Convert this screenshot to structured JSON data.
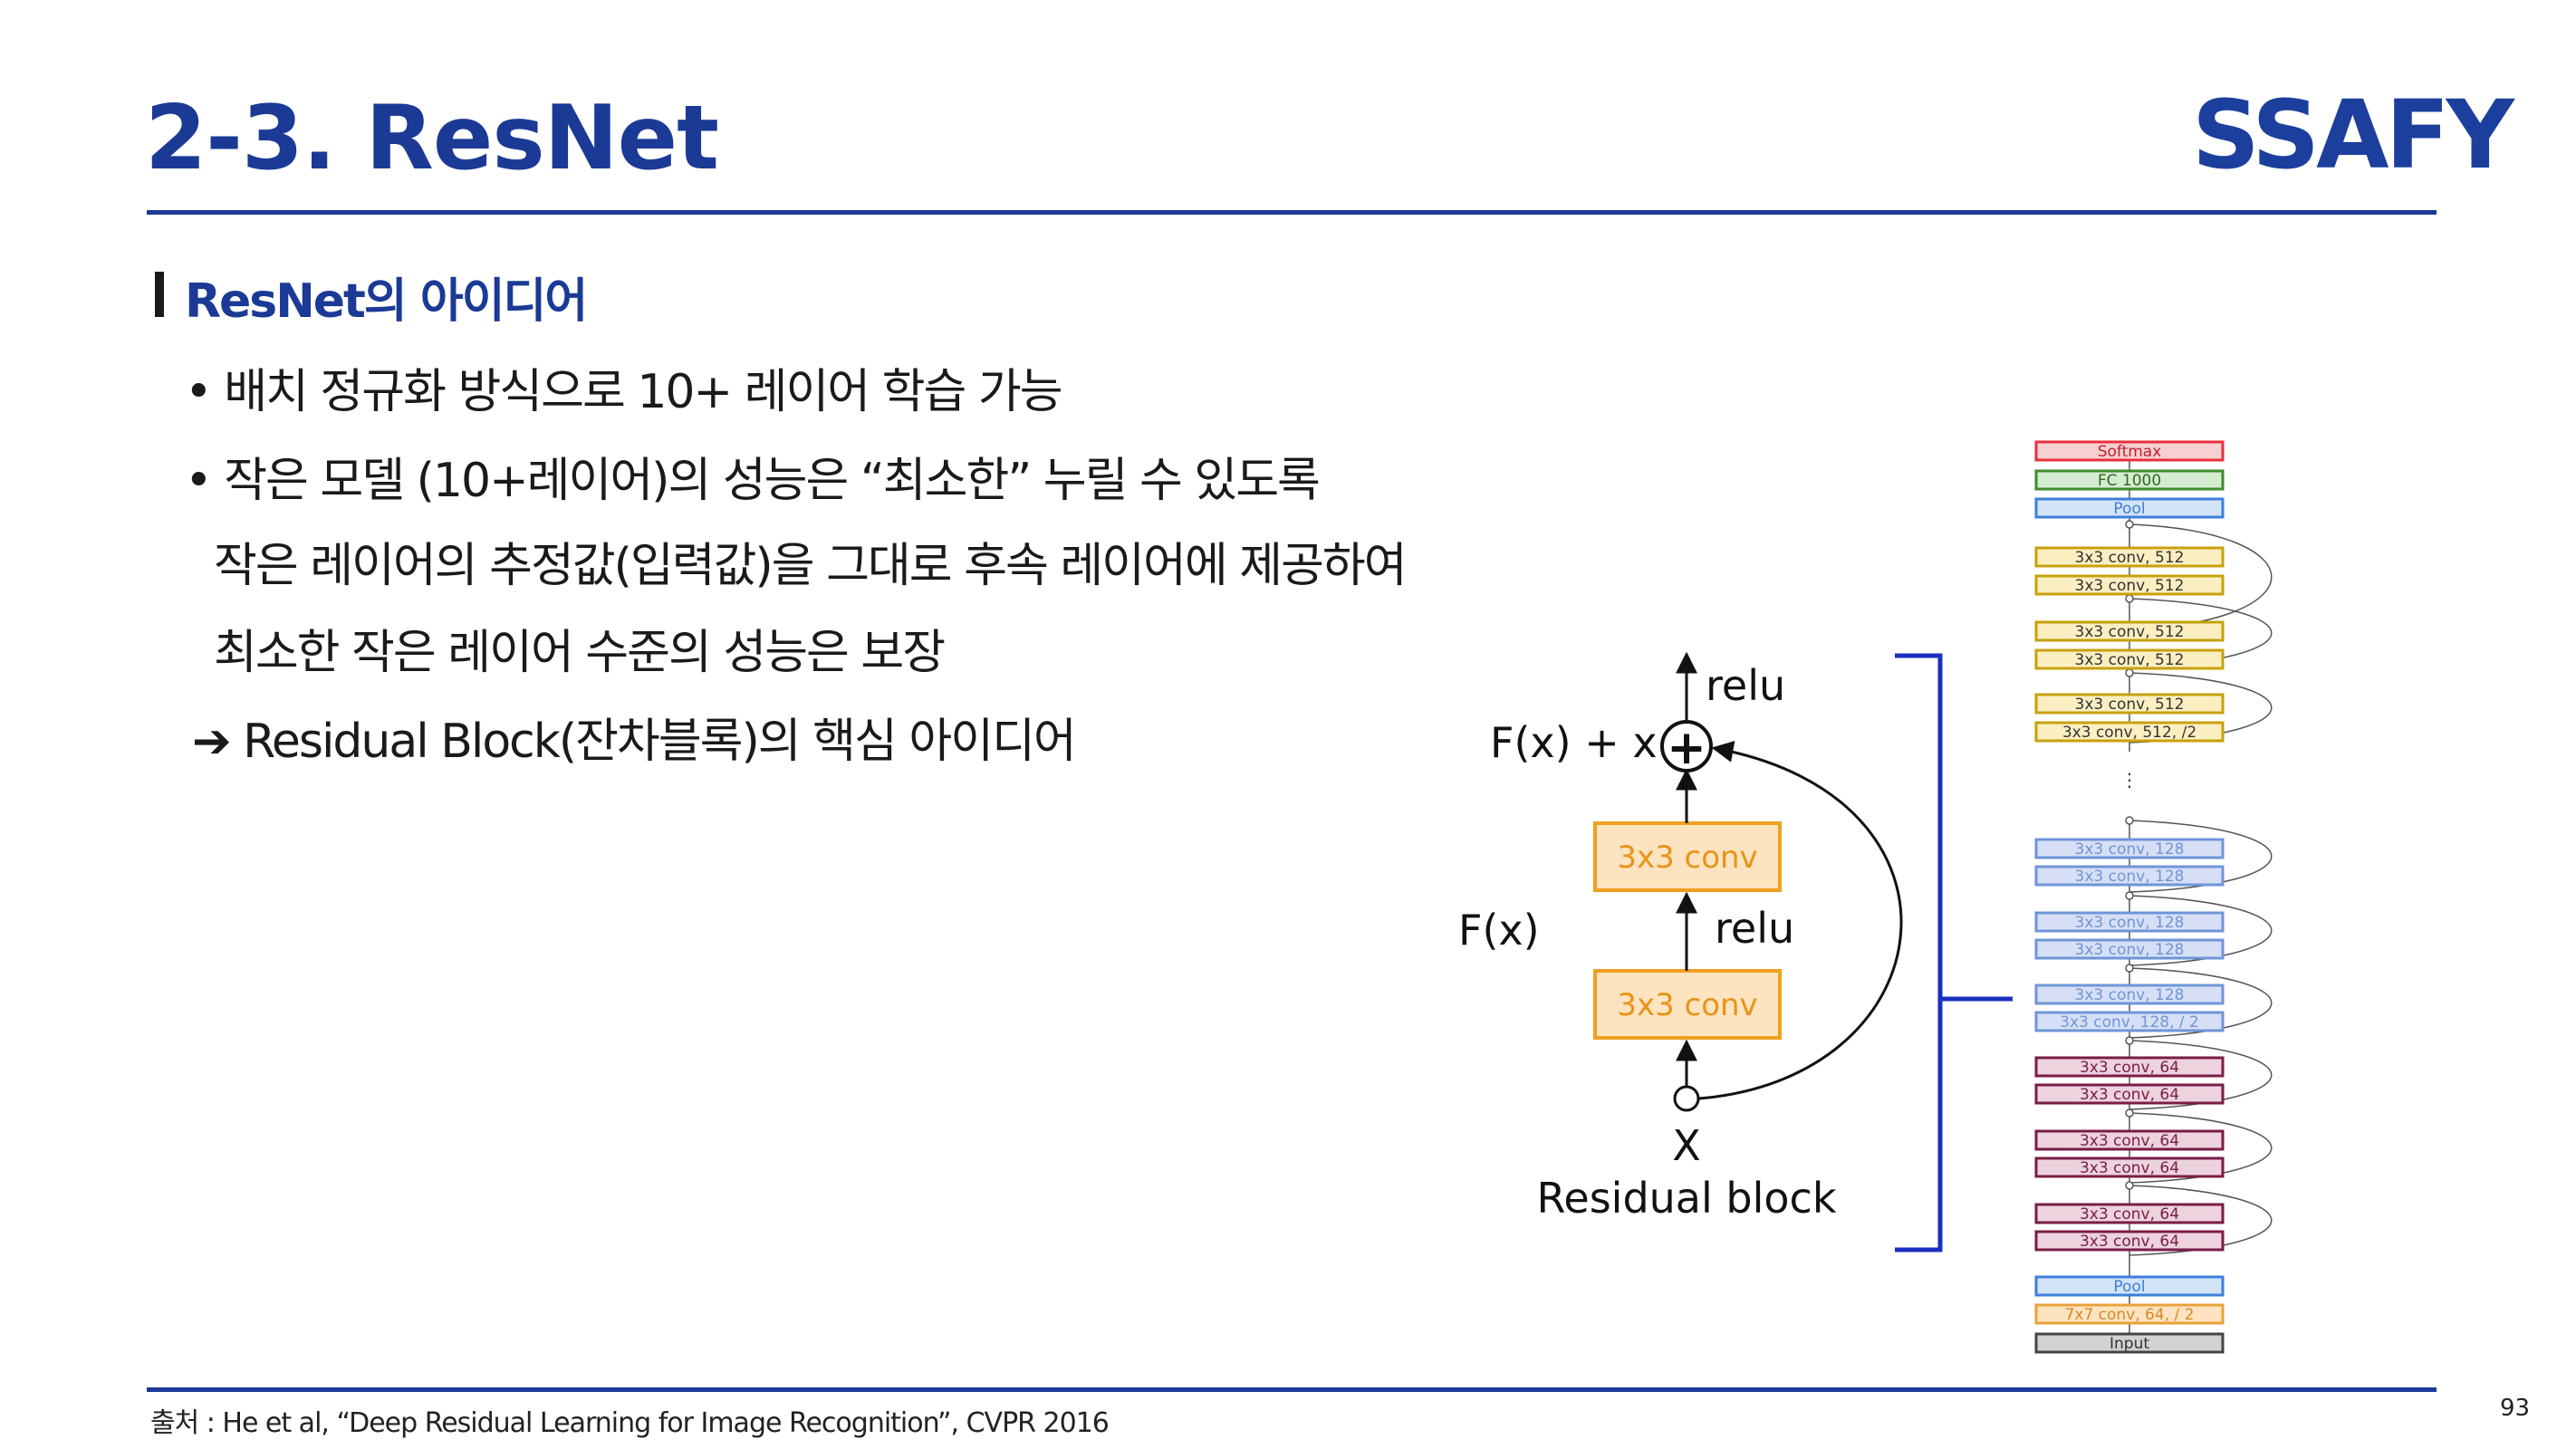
{
  "slide": {
    "title": "2-3. ResNet",
    "logo": "SSAFY",
    "section_title": "ResNet의 아이디어",
    "bullets": [
      "• 배치 정규화 방식으로 10+ 레이어 학습 가능",
      "• 작은 모델 (10+레이어)의 성능은 “최소한” 누릴 수 있도록",
      "작은 레이어의 추정값(입력값)을 그대로 후속 레이어에 제공하여",
      "최소한 작은 레이어 수준의 성능은 보장",
      "➔ Residual Block(잔차블록)의 핵심 아이디어"
    ],
    "footnote": "출처 : He et al, “Deep Residual Learning for Image Recognition”, CVPR 2016",
    "page_number": "93"
  },
  "residual_block": {
    "caption": "Residual block",
    "input_label": "X",
    "output_label": "F(x) + x",
    "fx_label": "F(x)",
    "relu_top": "relu",
    "relu_mid": "relu",
    "conv_top": "3x3 conv",
    "conv_bottom": "3x3 conv",
    "plus_symbol": "+"
  },
  "network": {
    "layers": [
      {
        "label": "Softmax",
        "color": "#e8303a",
        "fill": "#f7d0d2",
        "text_color": "#c0202a"
      },
      {
        "label": "FC 1000",
        "color": "#3e8a2e",
        "fill": "#d6ecd0",
        "text_color": "#2e6a22"
      },
      {
        "label": "Pool",
        "color": "#3d7fd9",
        "fill": "#d3e3f8",
        "text_color": "#3d7fd9"
      },
      {
        "label": "3x3 conv, 512",
        "color": "#c7a10d",
        "fill": "#fbefc2",
        "text_color": "#333333"
      },
      {
        "label": "3x3 conv, 512",
        "color": "#c7a10d",
        "fill": "#fbefc2",
        "text_color": "#333333"
      },
      {
        "label": "3x3 conv, 512",
        "color": "#c7a10d",
        "fill": "#fbefc2",
        "text_color": "#333333"
      },
      {
        "label": "3x3 conv, 512",
        "color": "#c7a10d",
        "fill": "#fbefc2",
        "text_color": "#333333"
      },
      {
        "label": "3x3 conv, 512",
        "color": "#c7a10d",
        "fill": "#fbefc2",
        "text_color": "#333333"
      },
      {
        "label": "3x3 conv, 512, /2",
        "color": "#c7a10d",
        "fill": "#fbefc2",
        "text_color": "#333333"
      },
      {
        "label": "3x3 conv, 128",
        "color": "#6f95d8",
        "fill": "#d6dff5",
        "text_color": "#6f95d8"
      },
      {
        "label": "3x3 conv, 128",
        "color": "#6f95d8",
        "fill": "#d6dff5",
        "text_color": "#6f95d8"
      },
      {
        "label": "3x3 conv, 128",
        "color": "#6f95d8",
        "fill": "#d6dff5",
        "text_color": "#6f95d8"
      },
      {
        "label": "3x3 conv, 128",
        "color": "#6f95d8",
        "fill": "#d6dff5",
        "text_color": "#6f95d8"
      },
      {
        "label": "3x3 conv, 128",
        "color": "#6f95d8",
        "fill": "#d6dff5",
        "text_color": "#6f95d8"
      },
      {
        "label": "3x3 conv, 128, / 2",
        "color": "#6f95d8",
        "fill": "#d6dff5",
        "text_color": "#6f95d8"
      },
      {
        "label": "3x3 conv, 64",
        "color": "#7a1d46",
        "fill": "#ecd3de",
        "text_color": "#7a1d46"
      },
      {
        "label": "3x3 conv, 64",
        "color": "#7a1d46",
        "fill": "#ecd3de",
        "text_color": "#7a1d46"
      },
      {
        "label": "3x3 conv, 64",
        "color": "#7a1d46",
        "fill": "#ecd3de",
        "text_color": "#7a1d46"
      },
      {
        "label": "3x3 conv, 64",
        "color": "#7a1d46",
        "fill": "#ecd3de",
        "text_color": "#7a1d46"
      },
      {
        "label": "3x3 conv, 64",
        "color": "#7a1d46",
        "fill": "#ecd3de",
        "text_color": "#7a1d46"
      },
      {
        "label": "3x3 conv, 64",
        "color": "#7a1d46",
        "fill": "#ecd3de",
        "text_color": "#7a1d46"
      },
      {
        "label": "Pool",
        "color": "#3d7fd9",
        "fill": "#d3e3f8",
        "text_color": "#3d7fd9"
      },
      {
        "label": "7x7 conv, 64, / 2",
        "color": "#e8a23a",
        "fill": "#fde3bf",
        "text_color": "#d8892a"
      },
      {
        "label": "Input",
        "color": "#444444",
        "fill": "#d2d2d2",
        "text_color": "#333333"
      }
    ]
  },
  "colors": {
    "accent": "#1b3a96",
    "conv_orange": "#f0a020",
    "bracket": "#1a2fbf"
  }
}
